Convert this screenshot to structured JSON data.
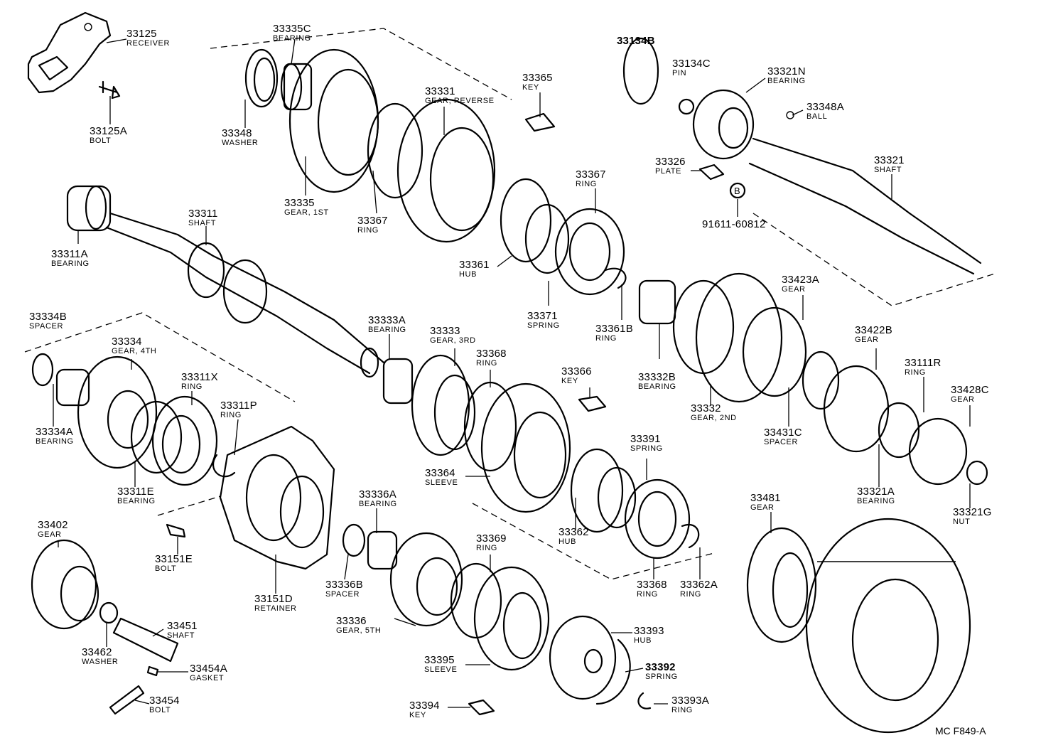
{
  "diagram_code": "MC F849-A",
  "parts": [
    {
      "id": "p33125",
      "number": "33125",
      "name": "RECEIVER"
    },
    {
      "id": "p33125A",
      "number": "33125A",
      "name": "BOLT"
    },
    {
      "id": "p33335C",
      "number": "33335C",
      "name": "BEARING"
    },
    {
      "id": "p33348",
      "number": "33348",
      "name": "WASHER"
    },
    {
      "id": "p33331",
      "number": "33331",
      "name": "GEAR, REVERSE"
    },
    {
      "id": "p33365",
      "number": "33365",
      "name": "KEY"
    },
    {
      "id": "p33335",
      "number": "33335",
      "name": "GEAR, 1ST"
    },
    {
      "id": "p33367a",
      "number": "33367",
      "name": "RING"
    },
    {
      "id": "p33367b",
      "number": "33367",
      "name": "RING"
    },
    {
      "id": "p33361",
      "number": "33361",
      "name": "HUB"
    },
    {
      "id": "p33371",
      "number": "33371",
      "name": "SPRING"
    },
    {
      "id": "p33361B",
      "number": "33361B",
      "name": "RING"
    },
    {
      "id": "p33134B",
      "number": "33134B",
      "name": ""
    },
    {
      "id": "p33134C",
      "number": "33134C",
      "name": "PIN"
    },
    {
      "id": "p33321N",
      "number": "33321N",
      "name": "BEARING"
    },
    {
      "id": "p33348A",
      "number": "33348A",
      "name": "BALL"
    },
    {
      "id": "p33326",
      "number": "33326",
      "name": "PLATE"
    },
    {
      "id": "p33321",
      "number": "33321",
      "name": "SHAFT"
    },
    {
      "id": "p91611",
      "number": "91611-60812",
      "name": ""
    },
    {
      "id": "p33311",
      "number": "33311",
      "name": "SHAFT"
    },
    {
      "id": "p33311A",
      "number": "33311A",
      "name": "BEARING"
    },
    {
      "id": "p33334B",
      "number": "33334B",
      "name": "SPACER"
    },
    {
      "id": "p33334",
      "number": "33334",
      "name": "GEAR, 4TH"
    },
    {
      "id": "p33311X",
      "number": "33311X",
      "name": "RING"
    },
    {
      "id": "p33311P",
      "number": "33311P",
      "name": "RING"
    },
    {
      "id": "p33334A",
      "number": "33334A",
      "name": "BEARING"
    },
    {
      "id": "p33311E",
      "number": "33311E",
      "name": "BEARING"
    },
    {
      "id": "p33333A",
      "number": "33333A",
      "name": "BEARING"
    },
    {
      "id": "p33333",
      "number": "33333",
      "name": "GEAR, 3RD"
    },
    {
      "id": "p33368a",
      "number": "33368",
      "name": "RING"
    },
    {
      "id": "p33366",
      "number": "33366",
      "name": "KEY"
    },
    {
      "id": "p33364",
      "number": "33364",
      "name": "SLEEVE"
    },
    {
      "id": "p33391",
      "number": "33391",
      "name": "SPRING"
    },
    {
      "id": "p33362",
      "number": "33362",
      "name": "HUB"
    },
    {
      "id": "p33368b",
      "number": "33368",
      "name": "RING"
    },
    {
      "id": "p33362A",
      "number": "33362A",
      "name": "RING"
    },
    {
      "id": "p33332B",
      "number": "33332B",
      "name": "BEARING"
    },
    {
      "id": "p33332",
      "number": "33332",
      "name": "GEAR, 2ND"
    },
    {
      "id": "p33423A",
      "number": "33423A",
      "name": "GEAR"
    },
    {
      "id": "p33422B",
      "number": "33422B",
      "name": "GEAR"
    },
    {
      "id": "p33111R",
      "number": "33111R",
      "name": "RING"
    },
    {
      "id": "p33428C",
      "number": "33428C",
      "name": "GEAR"
    },
    {
      "id": "p33431C",
      "number": "33431C",
      "name": "SPACER"
    },
    {
      "id": "p33321A",
      "number": "33321A",
      "name": "BEARING"
    },
    {
      "id": "p33321G",
      "number": "33321G",
      "name": "NUT"
    },
    {
      "id": "p33402",
      "number": "33402",
      "name": "GEAR"
    },
    {
      "id": "p33151E",
      "number": "33151E",
      "name": "BOLT"
    },
    {
      "id": "p33151D",
      "number": "33151D",
      "name": "RETAINER"
    },
    {
      "id": "p33336A",
      "number": "33336A",
      "name": "BEARING"
    },
    {
      "id": "p33336B",
      "number": "33336B",
      "name": "SPACER"
    },
    {
      "id": "p33336",
      "number": "33336",
      "name": "GEAR, 5TH"
    },
    {
      "id": "p33369",
      "number": "33369",
      "name": "RING"
    },
    {
      "id": "p33395",
      "number": "33395",
      "name": "SLEEVE"
    },
    {
      "id": "p33393",
      "number": "33393",
      "name": "HUB"
    },
    {
      "id": "p33392",
      "number": "33392",
      "name": "SPRING"
    },
    {
      "id": "p33394",
      "number": "33394",
      "name": "KEY"
    },
    {
      "id": "p33393A",
      "number": "33393A",
      "name": "RING"
    },
    {
      "id": "p33481",
      "number": "33481",
      "name": "GEAR"
    },
    {
      "id": "p33451",
      "number": "33451",
      "name": "SHAFT"
    },
    {
      "id": "p33462",
      "number": "33462",
      "name": "WASHER"
    },
    {
      "id": "p33454A",
      "number": "33454A",
      "name": "GASKET"
    },
    {
      "id": "p33454",
      "number": "33454",
      "name": "BOLT"
    }
  ],
  "callout_symbol": "B"
}
